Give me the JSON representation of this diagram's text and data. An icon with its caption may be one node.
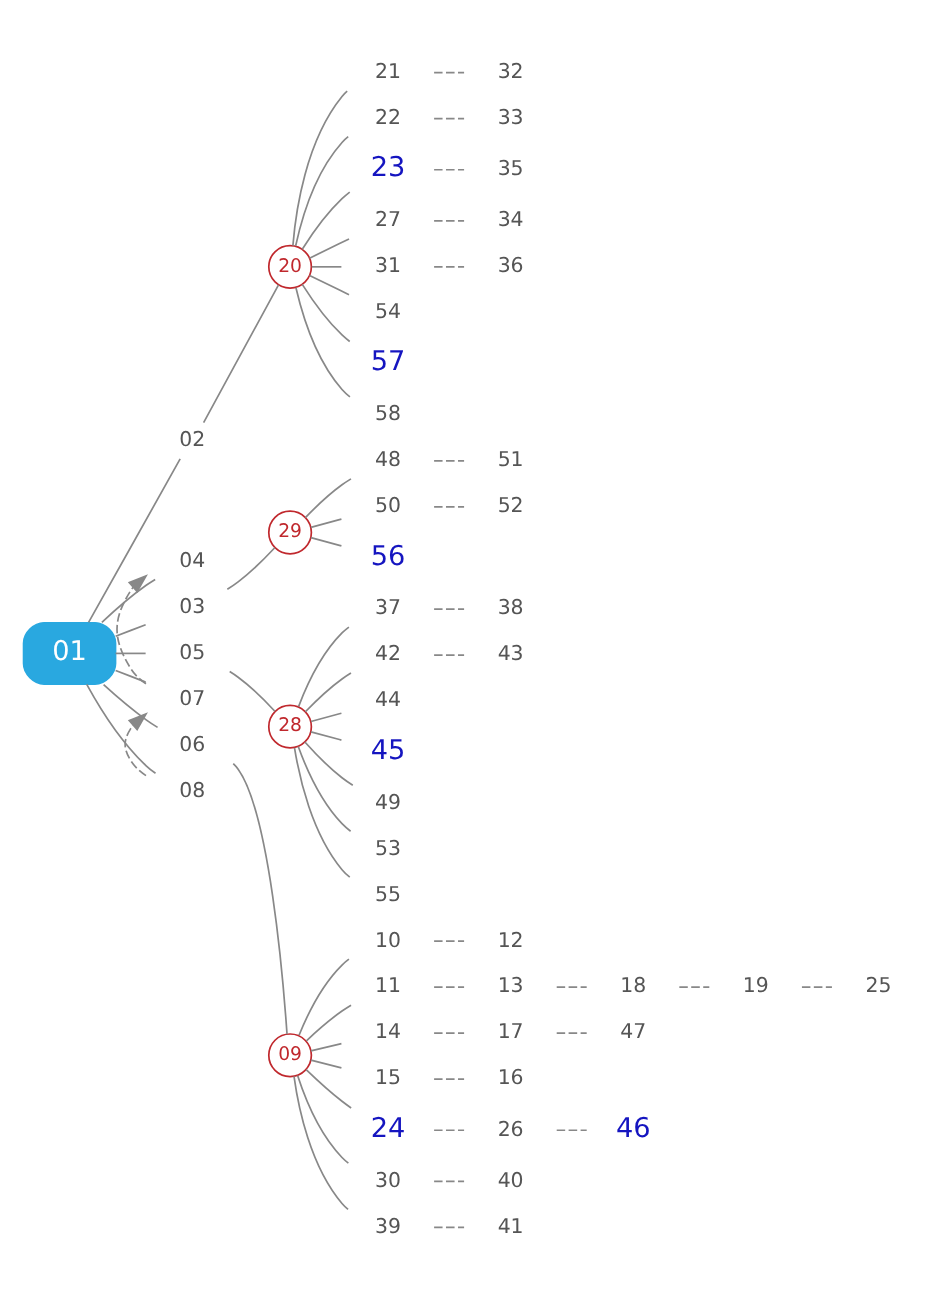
{
  "diagram": {
    "nodes": [
      {
        "text": [
          "01"
        ]
      },
      {
        "text": [
          "02"
        ]
      },
      {
        "text": [
          "20"
        ]
      },
      {
        "text": [
          "21"
        ]
      },
      {
        "text": [
          "32"
        ]
      },
      {
        "text": [
          "22"
        ]
      },
      {
        "text": [
          "33"
        ]
      },
      {
        "text": [
          "23"
        ]
      },
      {
        "text": [
          "35"
        ]
      },
      {
        "text": [
          "27"
        ]
      },
      {
        "text": [
          "34"
        ]
      },
      {
        "text": [
          "31"
        ]
      },
      {
        "text": [
          "36"
        ]
      },
      {
        "text": [
          "54"
        ]
      },
      {
        "text": [
          "57"
        ]
      },
      {
        "text": [
          "58"
        ]
      },
      {
        "text": [
          "04"
        ]
      },
      {
        "text": [
          "03"
        ]
      },
      {
        "text": [
          "29"
        ]
      },
      {
        "text": [
          "48"
        ]
      },
      {
        "text": [
          "51"
        ]
      },
      {
        "text": [
          "50"
        ]
      },
      {
        "text": [
          "52"
        ]
      },
      {
        "text": [
          "56"
        ]
      },
      {
        "text": [
          "05"
        ]
      },
      {
        "text": [
          "28"
        ]
      },
      {
        "text": [
          "37"
        ]
      },
      {
        "text": [
          "38"
        ]
      },
      {
        "text": [
          "42"
        ]
      },
      {
        "text": [
          "43"
        ]
      },
      {
        "text": [
          "44"
        ]
      },
      {
        "text": [
          "45"
        ]
      },
      {
        "text": [
          "49"
        ]
      },
      {
        "text": [
          "53"
        ]
      },
      {
        "text": [
          "55"
        ]
      },
      {
        "text": [
          "07"
        ]
      },
      {
        "text": [
          "06"
        ]
      },
      {
        "text": [
          "09"
        ]
      },
      {
        "text": [
          "10"
        ]
      },
      {
        "text": [
          "12"
        ]
      },
      {
        "text": [
          "11"
        ]
      },
      {
        "text": [
          "13"
        ]
      },
      {
        "text": [
          "18"
        ]
      },
      {
        "text": [
          "19"
        ]
      },
      {
        "text": [
          "25"
        ]
      },
      {
        "text": [
          "14"
        ]
      },
      {
        "text": [
          "17"
        ]
      },
      {
        "text": [
          "47"
        ]
      },
      {
        "text": [
          "15"
        ]
      },
      {
        "text": [
          "16"
        ]
      },
      {
        "text": [
          "24"
        ]
      },
      {
        "text": [
          "26"
        ]
      },
      {
        "text": [
          "46"
        ]
      },
      {
        "text": [
          "30"
        ]
      },
      {
        "text": [
          "40"
        ]
      },
      {
        "text": [
          "39"
        ]
      },
      {
        "text": [
          "41"
        ]
      },
      {
        "text": [
          "08"
        ]
      }
    ],
    "edges": [
      {
        "from": 0,
        "to": 1,
        "arrow": "none"
      },
      {
        "from": 1,
        "to": 2,
        "arrow": "none"
      },
      {
        "from": 2,
        "to": 3,
        "arrow": "none"
      },
      {
        "from": 3,
        "to": 4,
        "arrow": "none",
        "style": "dashed"
      },
      {
        "from": 2,
        "to": 5,
        "arrow": "none"
      },
      {
        "from": 5,
        "to": 6,
        "arrow": "none",
        "style": "dashed"
      },
      {
        "from": 2,
        "to": 7,
        "arrow": "none"
      },
      {
        "from": 7,
        "to": 8,
        "arrow": "none",
        "style": "dashed"
      },
      {
        "from": 2,
        "to": 9,
        "arrow": "none"
      },
      {
        "from": 9,
        "to": 10,
        "arrow": "none",
        "style": "dashed"
      },
      {
        "from": 2,
        "to": 11,
        "arrow": "none"
      },
      {
        "from": 11,
        "to": 12,
        "arrow": "none",
        "style": "dashed"
      },
      {
        "from": 2,
        "to": 13,
        "arrow": "none"
      },
      {
        "from": 2,
        "to": 14,
        "arrow": "none"
      },
      {
        "from": 2,
        "to": 15,
        "arrow": "none"
      },
      {
        "from": 0,
        "to": 16,
        "arrow": "none"
      },
      {
        "from": 0,
        "to": 17,
        "arrow": "none"
      },
      {
        "from": 17,
        "to": 18,
        "arrow": "none"
      },
      {
        "from": 18,
        "to": 19,
        "arrow": "none"
      },
      {
        "from": 19,
        "to": 20,
        "arrow": "none",
        "style": "dashed"
      },
      {
        "from": 18,
        "to": 21,
        "arrow": "none"
      },
      {
        "from": 21,
        "to": 22,
        "arrow": "none",
        "style": "dashed"
      },
      {
        "from": 18,
        "to": 23,
        "arrow": "none"
      },
      {
        "from": 0,
        "to": 24,
        "arrow": "none"
      },
      {
        "from": 24,
        "to": 25,
        "arrow": "none"
      },
      {
        "from": 25,
        "to": 26,
        "arrow": "none"
      },
      {
        "from": 26,
        "to": 27,
        "arrow": "none",
        "style": "dashed"
      },
      {
        "from": 25,
        "to": 28,
        "arrow": "none"
      },
      {
        "from": 28,
        "to": 29,
        "arrow": "none",
        "style": "dashed"
      },
      {
        "from": 25,
        "to": 30,
        "arrow": "none"
      },
      {
        "from": 25,
        "to": 31,
        "arrow": "none"
      },
      {
        "from": 25,
        "to": 32,
        "arrow": "none"
      },
      {
        "from": 25,
        "to": 33,
        "arrow": "none"
      },
      {
        "from": 25,
        "to": 34,
        "arrow": "none"
      },
      {
        "from": 0,
        "to": 35,
        "arrow": "none"
      },
      {
        "from": 0,
        "to": 36,
        "arrow": "none"
      },
      {
        "from": 36,
        "to": 37,
        "arrow": "none"
      },
      {
        "from": 37,
        "to": 38,
        "arrow": "none"
      },
      {
        "from": 38,
        "to": 39,
        "arrow": "none",
        "style": "dashed"
      },
      {
        "from": 37,
        "to": 40,
        "arrow": "none"
      },
      {
        "from": 40,
        "to": 41,
        "arrow": "none",
        "style": "dashed"
      },
      {
        "from": 41,
        "to": 42,
        "arrow": "none",
        "style": "dashed"
      },
      {
        "from": 42,
        "to": 43,
        "arrow": "none",
        "style": "dashed"
      },
      {
        "from": 43,
        "to": 44,
        "arrow": "none",
        "style": "dashed"
      },
      {
        "from": 37,
        "to": 45,
        "arrow": "none"
      },
      {
        "from": 45,
        "to": 46,
        "arrow": "none",
        "style": "dashed"
      },
      {
        "from": 46,
        "to": 47,
        "arrow": "none",
        "style": "dashed"
      },
      {
        "from": 37,
        "to": 48,
        "arrow": "none"
      },
      {
        "from": 48,
        "to": 49,
        "arrow": "none",
        "style": "dashed"
      },
      {
        "from": 37,
        "to": 50,
        "arrow": "none"
      },
      {
        "from": 50,
        "to": 51,
        "arrow": "none",
        "style": "dashed"
      },
      {
        "from": 51,
        "to": 52,
        "arrow": "none",
        "style": "dashed"
      },
      {
        "from": 37,
        "to": 53,
        "arrow": "none"
      },
      {
        "from": 53,
        "to": 54,
        "arrow": "none",
        "style": "dashed"
      },
      {
        "from": 37,
        "to": 55,
        "arrow": "none"
      },
      {
        "from": 55,
        "to": 56,
        "arrow": "none",
        "style": "dashed"
      },
      {
        "from": 0,
        "to": 57,
        "arrow": "none"
      },
      {
        "from": 35,
        "to": 16,
        "arrow": "to",
        "style": "dashed"
      },
      {
        "from": 57,
        "to": 35,
        "arrow": "to",
        "style": "dashed"
      }
    ]
  }
}
